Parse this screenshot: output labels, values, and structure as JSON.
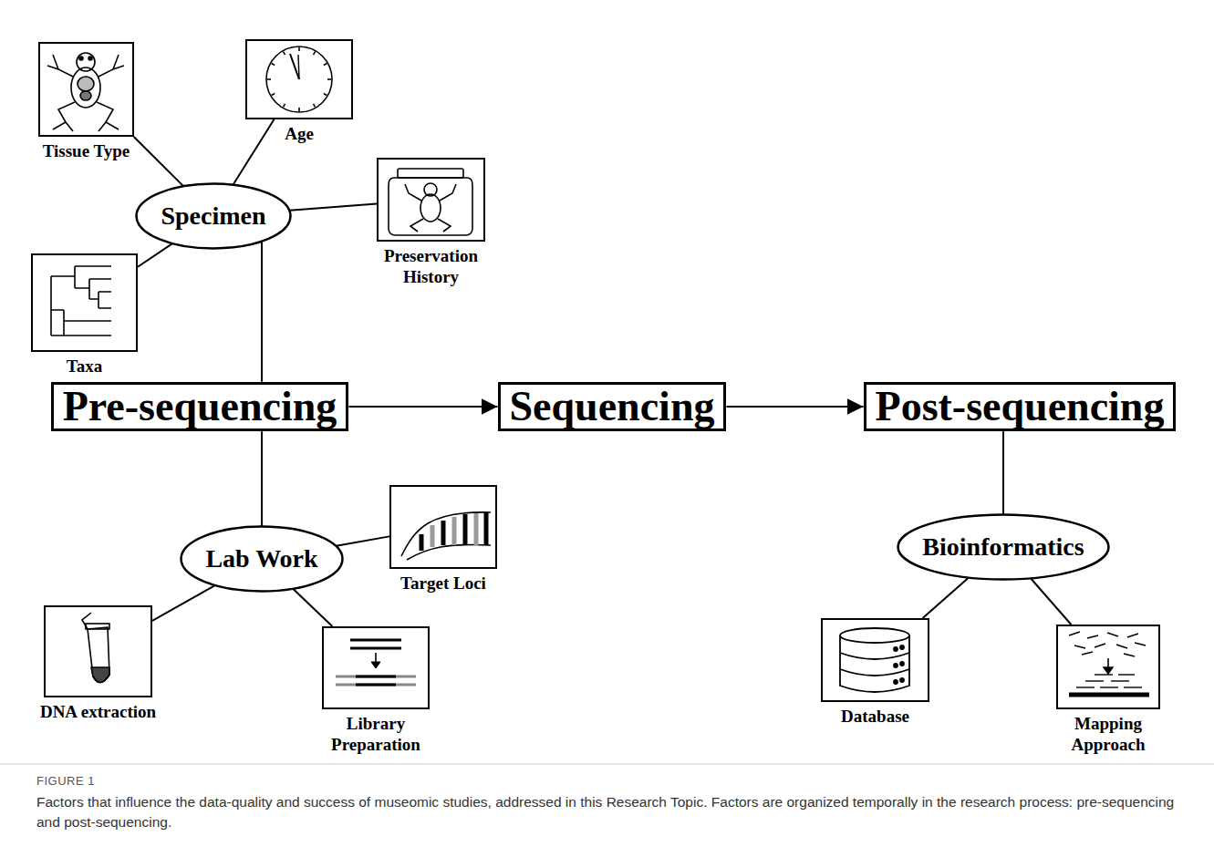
{
  "diagram": {
    "caption": "Factors that influence the data-quality and success of museomic studies, addressed in this Research Topic. Factors are organized temporally in the research process: pre-sequencing and post-sequencing.",
    "nodes": [
      {
        "text": [
          "Tissue Type"
        ]
      },
      {
        "text": [
          "Age"
        ]
      },
      {
        "text": [
          "Specimen"
        ]
      },
      {
        "text": [
          "Preservation History"
        ]
      },
      {
        "text": [
          "Taxa"
        ]
      },
      {
        "text": [
          "Pre-sequencing"
        ]
      },
      {
        "text": [
          "Sequencing"
        ]
      },
      {
        "text": [
          "Post-sequencing"
        ]
      },
      {
        "text": [
          "Target Loci"
        ]
      },
      {
        "text": [
          "Lab Work"
        ]
      },
      {
        "text": [
          "Bioinformatics"
        ]
      },
      {
        "text": [
          "DNA extraction"
        ]
      },
      {
        "text": [
          "Library Preparation"
        ]
      },
      {
        "text": [
          "Database"
        ]
      },
      {
        "text": [
          "Mapping Approach"
        ]
      }
    ],
    "edges": [
      {
        "from": 2,
        "to": 0,
        "arrow": "none"
      },
      {
        "from": 2,
        "to": 1,
        "arrow": "none"
      },
      {
        "from": 2,
        "to": 3,
        "arrow": "none"
      },
      {
        "from": 2,
        "to": 4,
        "arrow": "none"
      },
      {
        "from": 2,
        "to": 5,
        "arrow": "none"
      },
      {
        "from": 5,
        "to": 6,
        "arrow": "to"
      },
      {
        "from": 6,
        "to": 7,
        "arrow": "to"
      },
      {
        "from": 5,
        "to": 9,
        "arrow": "none"
      },
      {
        "from": 9,
        "to": 8,
        "arrow": "none"
      },
      {
        "from": 9,
        "to": 11,
        "arrow": "none"
      },
      {
        "from": 9,
        "to": 12,
        "arrow": "none"
      },
      {
        "from": 7,
        "to": 10,
        "arrow": "none"
      },
      {
        "from": 10,
        "to": 13,
        "arrow": "none"
      },
      {
        "from": 10,
        "to": 14,
        "arrow": "none"
      }
    ],
    "labels": [
      "FIGURE 1"
    ]
  }
}
